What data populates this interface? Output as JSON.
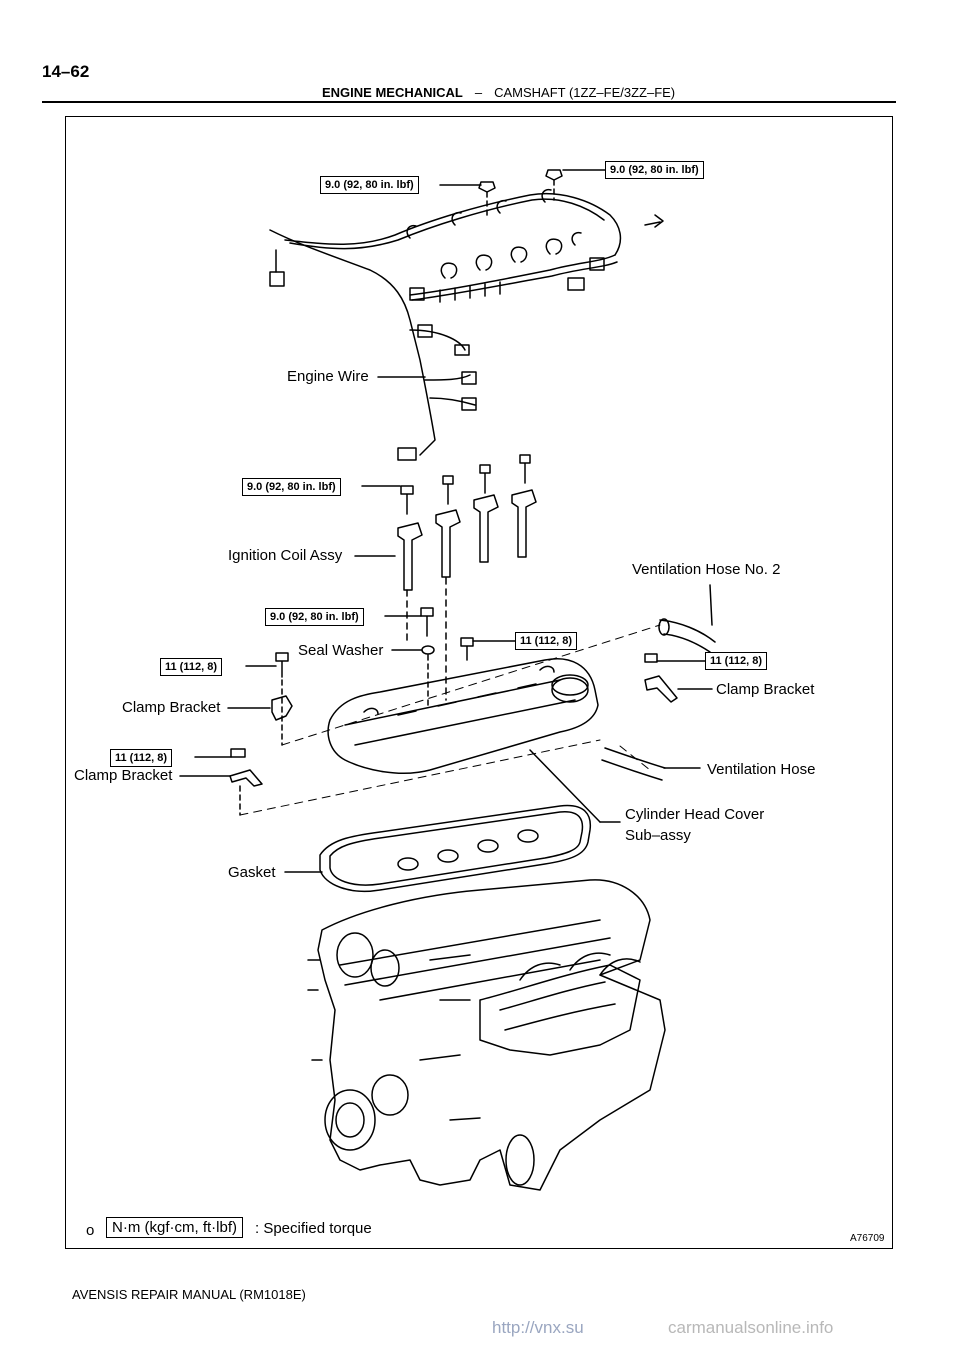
{
  "header": {
    "page_number": "14–62",
    "section": "ENGINE MECHANICAL",
    "separator": "–",
    "subsection": "CAMSHAFT (1ZZ–FE/3ZZ–FE)"
  },
  "labels": {
    "engine_wire": "Engine Wire",
    "ignition_coil_assy": "Ignition Coil Assy",
    "ventilation_hose_no2": "Ventilation Hose No. 2",
    "seal_washer": "Seal Washer",
    "clamp_bracket_right": "Clamp Bracket",
    "clamp_bracket_left_upper": "Clamp Bracket",
    "clamp_bracket_left_lower": "Clamp Bracket",
    "ventilation_hose": "Ventilation Hose",
    "cylinder_head_cover_line1": "Cylinder Head Cover",
    "cylinder_head_cover_line2": "Sub–assy",
    "gasket": "Gasket"
  },
  "torques": {
    "wire_bolt_left": "9.0 (92, 80 in. lbf)",
    "wire_bolt_right": "9.0 (92, 80 in. lbf)",
    "coil_bolt": "9.0 (92, 80 in. lbf)",
    "seal_washer_bolt": "9.0 (92, 80 in. lbf)",
    "cover_nut_center": "11 (112, 8)",
    "cover_nut_right": "11 (112, 8)",
    "clamp_nut_left_upper": "11 (112, 8)",
    "clamp_nut_left_lower": "11 (112, 8)"
  },
  "legend": {
    "symbol": "o",
    "unit": "N·m (kgf·cm, ft·lbf)",
    "text": ": Specified torque"
  },
  "figure_id": "A76709",
  "footer": "AVENSIS REPAIR MANUAL   (RM1018E)",
  "watermark": {
    "left": "http://vnx.su",
    "right": "carmanualsonline.info"
  }
}
